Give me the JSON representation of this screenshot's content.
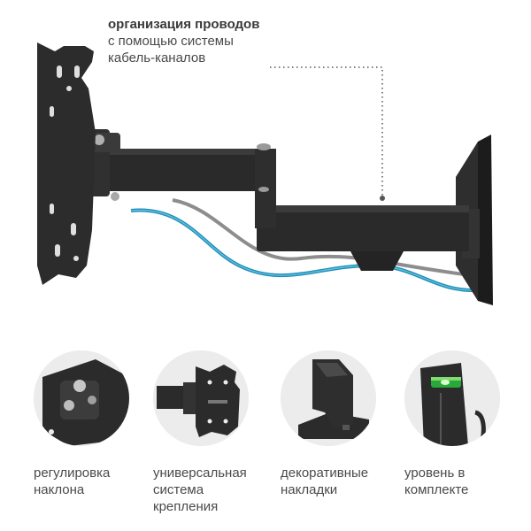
{
  "callout": {
    "title": "организация проводов",
    "line1": "с помощью системы",
    "line2": "кабель-каналов"
  },
  "features": [
    {
      "label": "регулировка\nнаклона",
      "icon": "tilt-hinge-icon"
    },
    {
      "label": "универсальная\nсистема\nкрепления",
      "icon": "vesa-plate-icon"
    },
    {
      "label": "декоративные\nнакладки",
      "icon": "decorative-cover-icon"
    },
    {
      "label": "уровень в\nкомплекте",
      "icon": "bubble-level-icon"
    }
  ],
  "colors": {
    "mount": "#2b2b2b",
    "cable_blue": "#1f8fb8",
    "cable_grey": "#8d8d8d",
    "circle_bg": "#ececec",
    "text": "#4a4a4a"
  }
}
